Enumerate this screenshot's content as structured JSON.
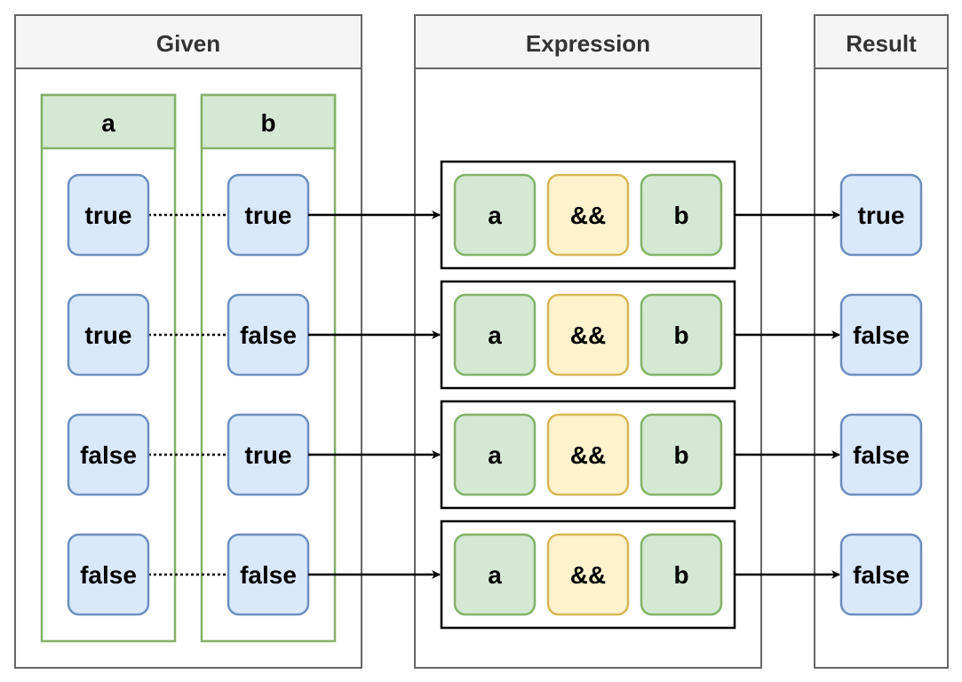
{
  "panels": {
    "given": "Given",
    "expression": "Expression",
    "result": "Result"
  },
  "columns": {
    "a": "a",
    "b": "b"
  },
  "rows": [
    {
      "a": "true",
      "b": "true",
      "expr": [
        "a",
        "&&",
        "b"
      ],
      "result": "true"
    },
    {
      "a": "true",
      "b": "false",
      "expr": [
        "a",
        "&&",
        "b"
      ],
      "result": "false"
    },
    {
      "a": "false",
      "b": "true",
      "expr": [
        "a",
        "&&",
        "b"
      ],
      "result": "false"
    },
    {
      "a": "false",
      "b": "false",
      "expr": [
        "a",
        "&&",
        "b"
      ],
      "result": "false"
    }
  ],
  "colors": {
    "panel_border": "#666666",
    "panel_header": "#f5f5f5",
    "green_fill": "#d5e8d4",
    "green_stroke": "#82b366",
    "blue_fill": "#dae8fc",
    "blue_stroke": "#6c8ebf",
    "yellow_fill": "#fff2cc",
    "yellow_stroke": "#d6b656"
  }
}
